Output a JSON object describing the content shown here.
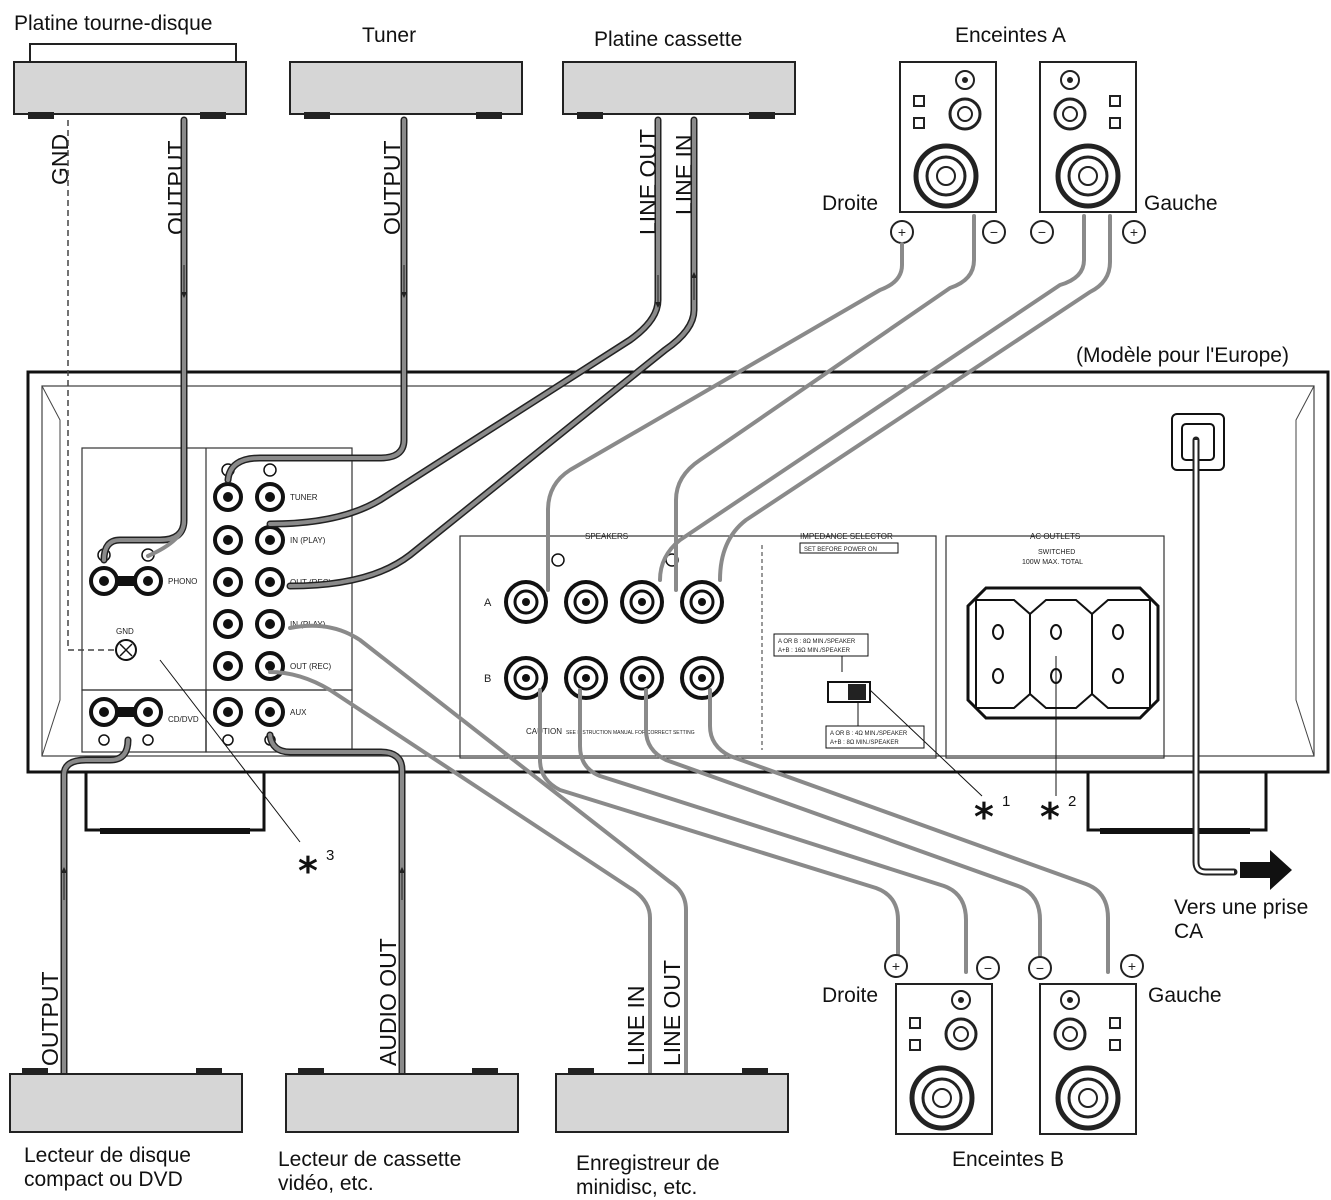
{
  "devices_top": {
    "turntable": "Platine tourne-disque",
    "tuner": "Tuner",
    "tape_deck": "Platine cassette",
    "speakers_a": "Enceintes A"
  },
  "devices_bottom": {
    "cd_dvd": [
      "Lecteur de disque",
      "compact ou DVD"
    ],
    "vcr": [
      "Lecteur de cassette",
      "vidéo, etc."
    ],
    "md": [
      "Enregistreur de",
      "minidisc, etc."
    ],
    "speakers_b": "Enceintes B"
  },
  "cable_labels": {
    "gnd": "GND",
    "turntable_output": "OUTPUT",
    "tuner_output": "OUTPUT",
    "tape_line_out": "LINE OUT",
    "tape_line_in": "LINE IN",
    "cd_output": "OUTPUT",
    "vcr_audio_out": "AUDIO OUT",
    "md_line_in": "LINE IN",
    "md_line_out": "LINE OUT"
  },
  "speaker_labels": {
    "right": "Droite",
    "left": "Gauche",
    "plus": "+",
    "minus": "−"
  },
  "model_note": "(Modèle pour l'Europe)",
  "ac_note": [
    "Vers une prise",
    "CA"
  ],
  "panel": {
    "phono": "PHONO",
    "gnd": "GND",
    "cd_dvd": "CD/DVD",
    "tuner": "TUNER",
    "tape_in": "IN (PLAY)",
    "tape_out": "OUT (REC)",
    "md_in": "IN (PLAY)",
    "md_out": "OUT (REC)",
    "aux": "AUX",
    "speakers": "SPEAKERS",
    "impedance": "IMPEDANCE SELECTOR",
    "impedance_sub": "SET BEFORE POWER ON",
    "ac_outlets": "AC OUTLETS",
    "ac_sub1": "SWITCHED",
    "ac_sub2": "100W MAX. TOTAL",
    "caution": "CAUTION",
    "caution_sub": "SEE INSTRUCTION MANUAL FOR CORRECT SETTING",
    "imp1": "A OR B : 8Ω MIN./SPEAKER",
    "imp2": "A+B : 16Ω MIN./SPEAKER",
    "imp3": "A OR B : 4Ω MIN./SPEAKER",
    "imp4": "A+B : 8Ω MIN./SPEAKER",
    "row_a": "A",
    "row_b": "B"
  },
  "footnotes": {
    "star": "*",
    "n1": "1",
    "n2": "2",
    "n3": "3"
  }
}
